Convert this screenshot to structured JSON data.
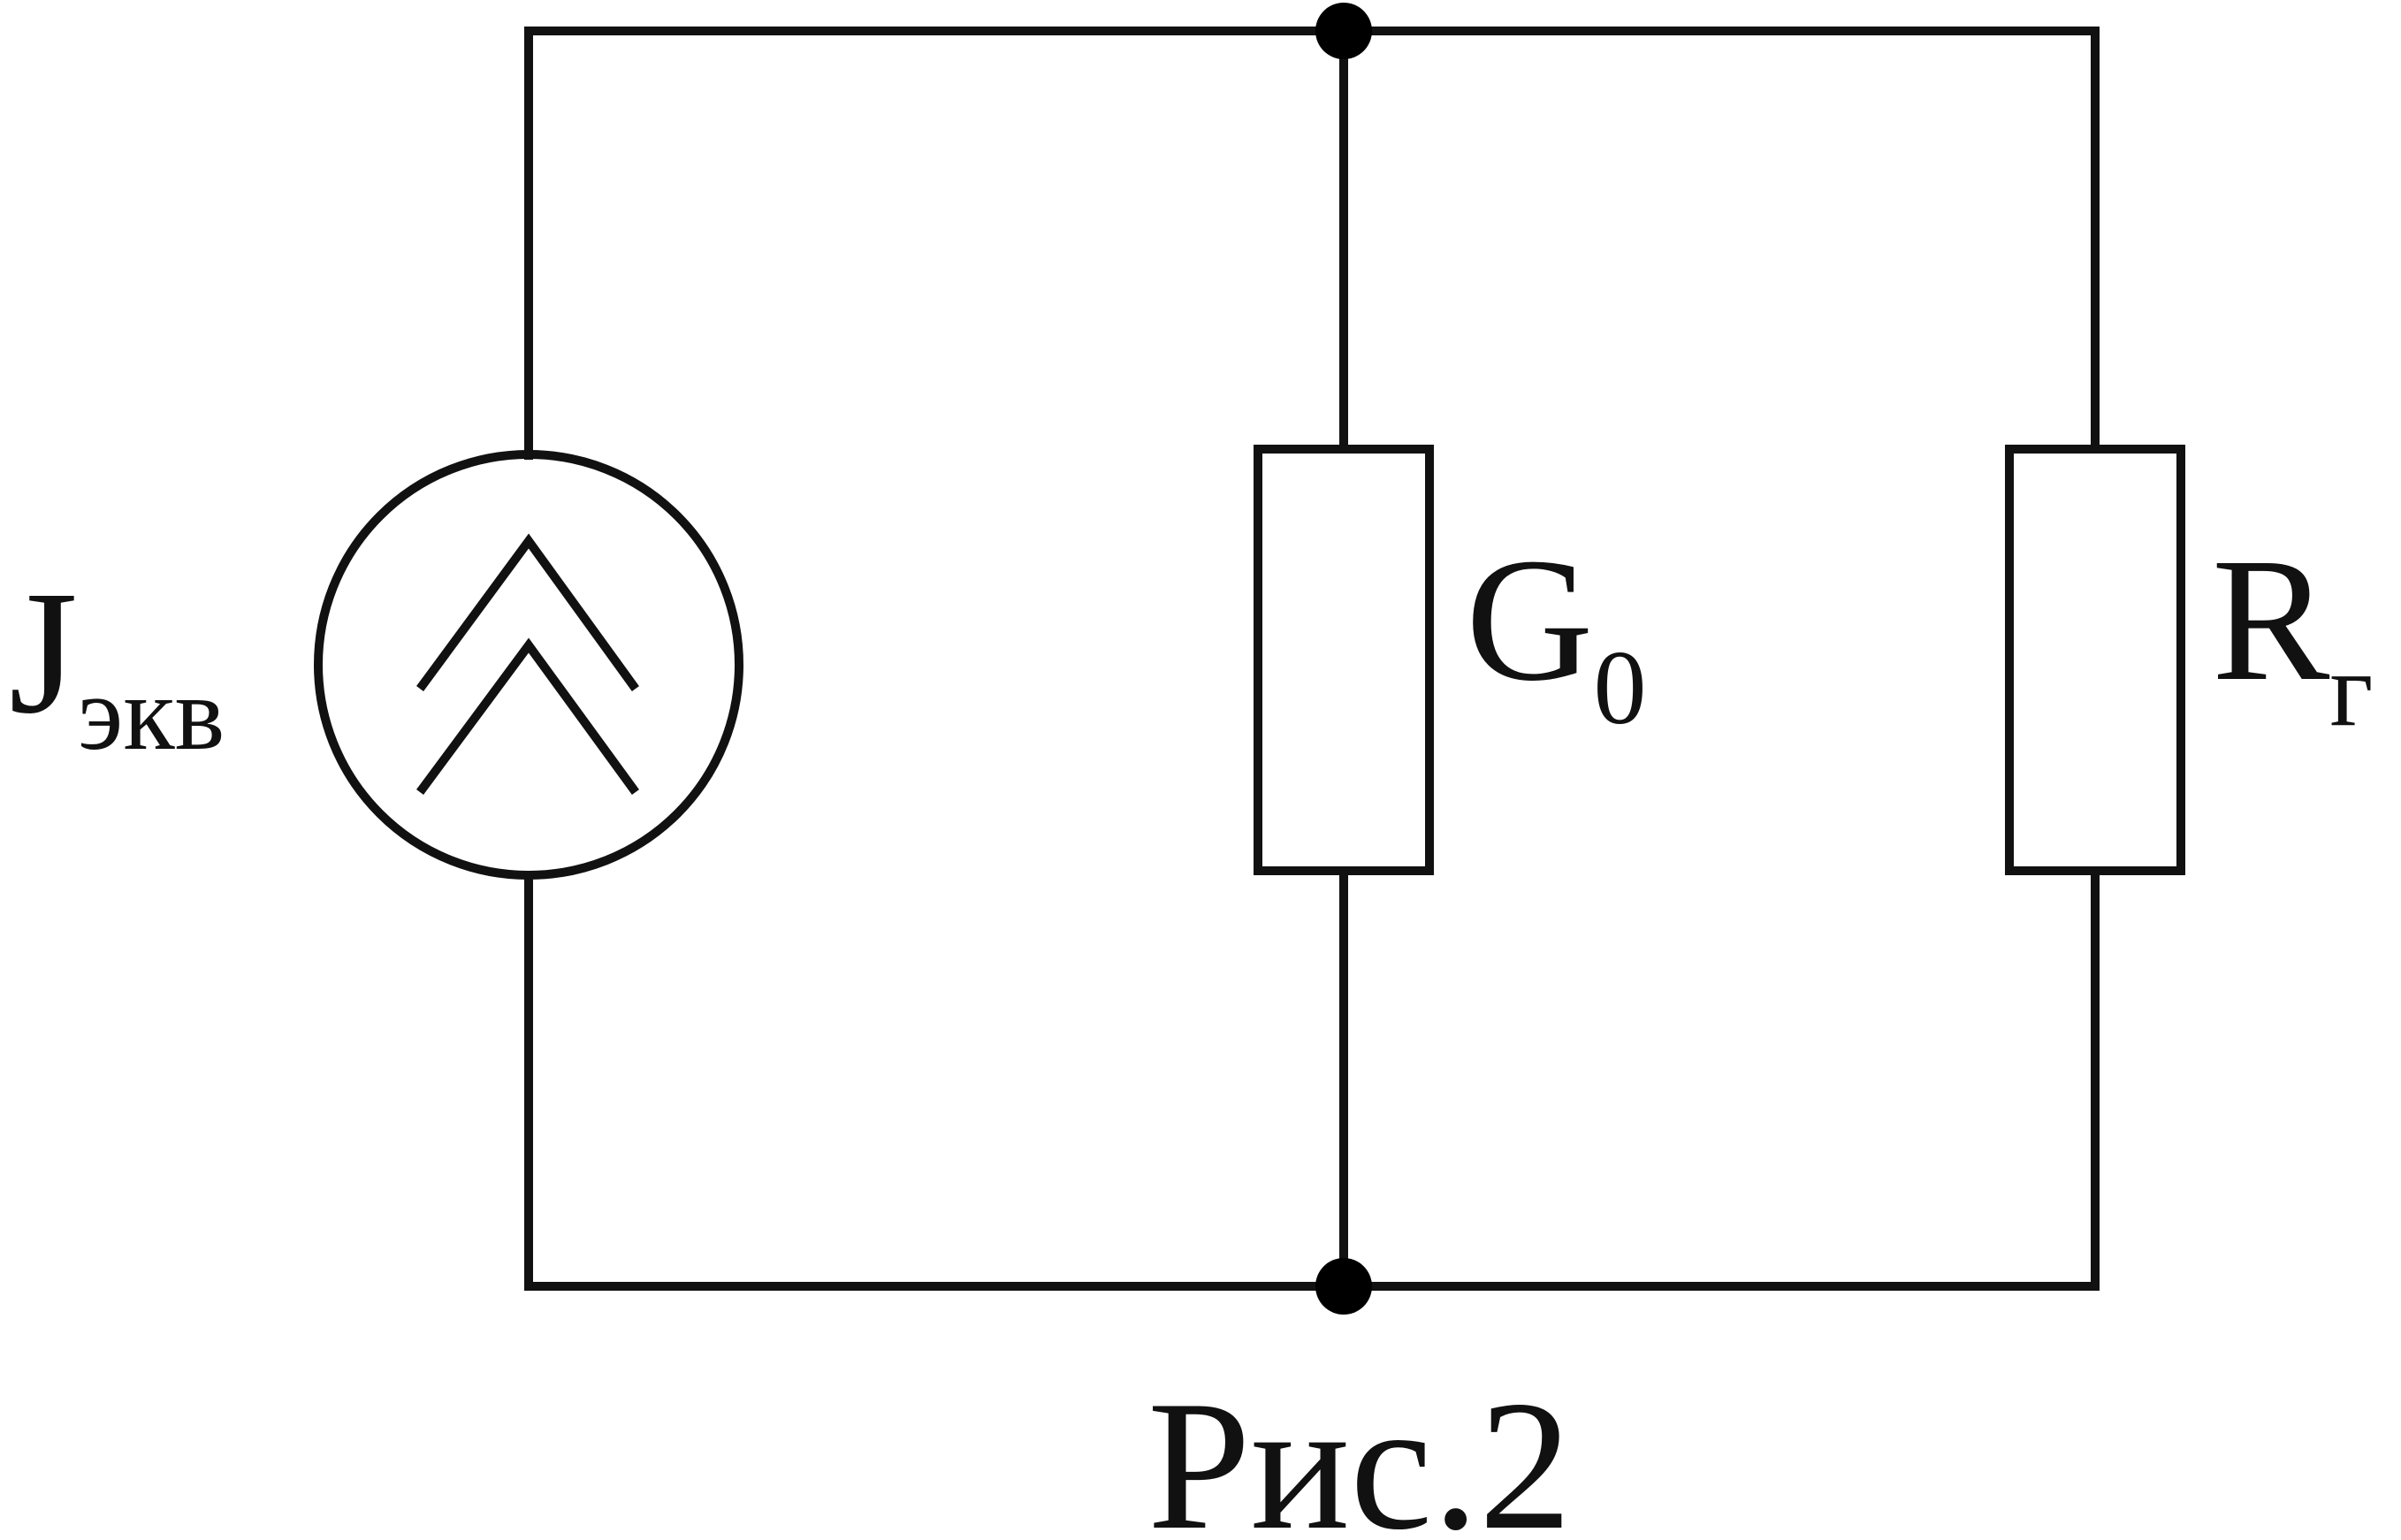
{
  "diagram": {
    "source": {
      "symbol": "J",
      "subscript": "экв",
      "icon": "current-source-double-arrow-up"
    },
    "g0": {
      "symbol": "G",
      "subscript": "0"
    },
    "rg": {
      "symbol": "R",
      "subscript": "г"
    },
    "caption": "Рис.2",
    "colors": {
      "line": "#111111",
      "node": "#000000",
      "background": "#ffffff"
    }
  }
}
